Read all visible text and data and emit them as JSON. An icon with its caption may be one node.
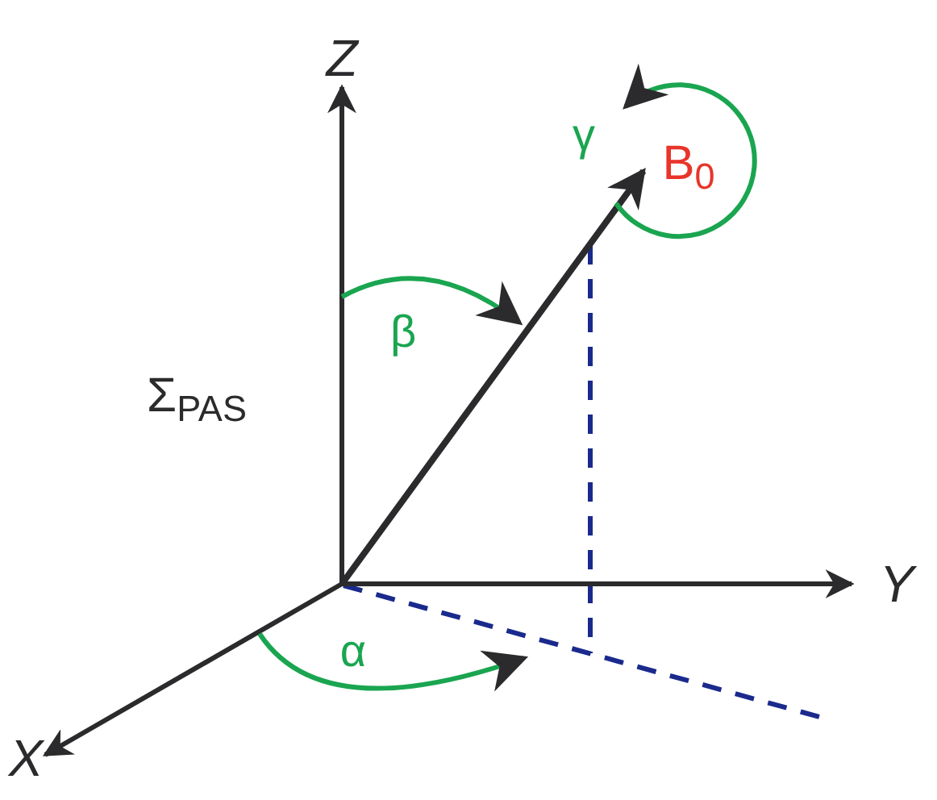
{
  "diagram": {
    "labels": [
      "Z",
      "γ",
      "B$_{0}$",
      "β",
      "Σ$_{PAS}$",
      "Y",
      "α",
      "X"
    ]
  }
}
